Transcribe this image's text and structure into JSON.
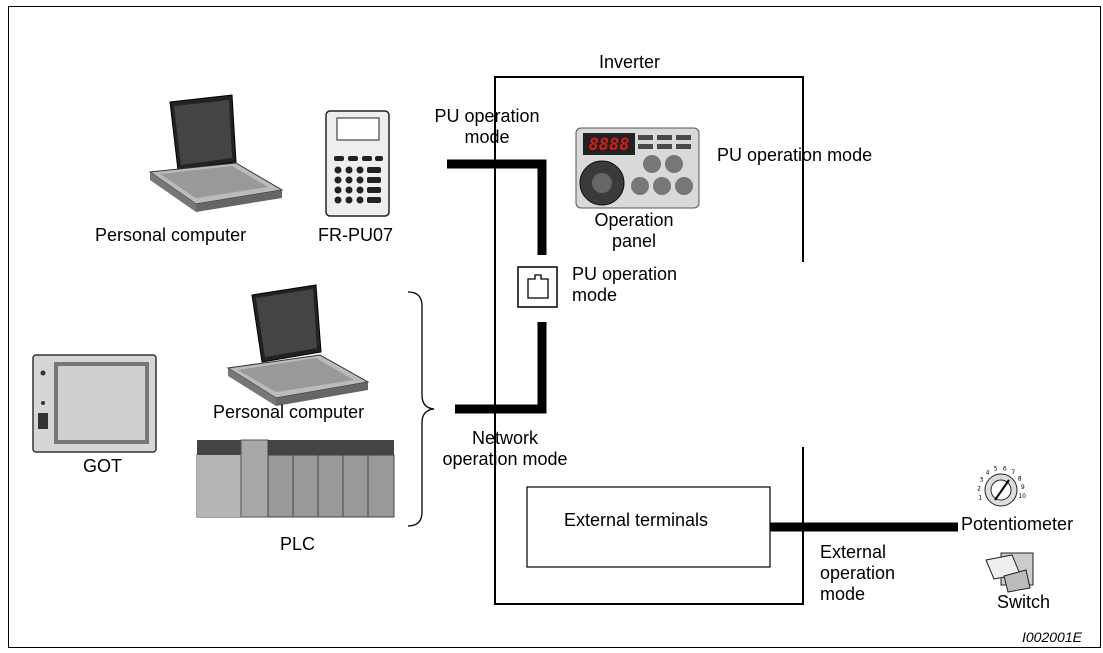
{
  "labels": {
    "inverter": "Inverter",
    "pu_mode_top": "PU operation\nmode",
    "pu_mode_right": "PU operation mode",
    "operation_panel": "Operation\npanel",
    "pu_mode_connector": "PU operation\nmode",
    "personal_computer_top": "Personal computer",
    "fr_pu07": "FR-PU07",
    "personal_computer_mid": "Personal computer",
    "got": "GOT",
    "plc": "PLC",
    "network_mode": "Network\noperation mode",
    "external_terminals": "External terminals",
    "external_mode": "External\noperation\nmode",
    "potentiometer": "Potentiometer",
    "switch": "Switch",
    "figure_code": "I002001E"
  },
  "panel_display": "8888",
  "potentiometer_scale": [
    "1",
    "2",
    "3",
    "4",
    "5",
    "6",
    "7",
    "8",
    "9",
    "10"
  ]
}
